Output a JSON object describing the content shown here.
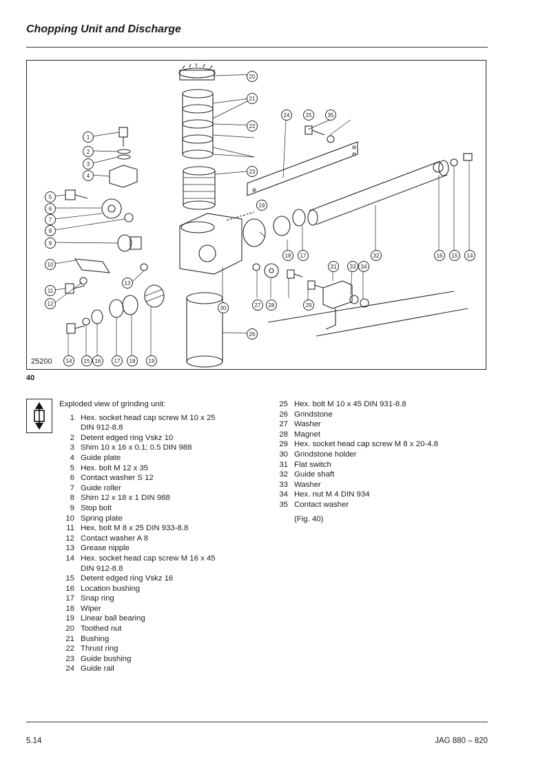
{
  "header": {
    "title": "Chopping Unit and Discharge"
  },
  "figure": {
    "drawing_code": "25200",
    "number": "40",
    "callouts": [
      "1",
      "2",
      "3",
      "4",
      "5",
      "6",
      "7",
      "8",
      "9",
      "10",
      "11",
      "12",
      "13",
      "14",
      "15",
      "16",
      "17",
      "18",
      "19",
      "20",
      "21",
      "22",
      "23",
      "24",
      "25",
      "26",
      "27",
      "28",
      "29",
      "30",
      "31",
      "32",
      "33",
      "34",
      "35"
    ]
  },
  "legend": {
    "intro": "Exploded view of grinding unit:",
    "left": [
      {
        "n": "1",
        "t": "Hex. socket head cap screw M 10 x 25"
      },
      {
        "n": "",
        "t": "DIN 912-8.8"
      },
      {
        "n": "2",
        "t": "Detent edged ring Vskz 10"
      },
      {
        "n": "3",
        "t": "Shim 10 x 16 x 0.1; 0.5 DIN 988"
      },
      {
        "n": "4",
        "t": "Guide plate"
      },
      {
        "n": "5",
        "t": "Hex. bolt M 12 x 35"
      },
      {
        "n": "6",
        "t": "Contact washer S 12"
      },
      {
        "n": "7",
        "t": "Guide roller"
      },
      {
        "n": "8",
        "t": "Shim 12 x 18 x 1 DIN 988"
      },
      {
        "n": "9",
        "t": "Stop bolt"
      },
      {
        "n": "10",
        "t": "Spring plate"
      },
      {
        "n": "11",
        "t": "Hex. bolt M 8 x 25 DIN 933-8.8"
      },
      {
        "n": "12",
        "t": "Contact washer A 8"
      },
      {
        "n": "13",
        "t": "Grease nipple"
      },
      {
        "n": "14",
        "t": "Hex. socket head cap screw M 16 x 45"
      },
      {
        "n": "",
        "t": "DIN 912-8.8"
      },
      {
        "n": "15",
        "t": "Detent edged ring Vskz 16"
      },
      {
        "n": "16",
        "t": "Location bushing"
      },
      {
        "n": "17",
        "t": "Snap ring"
      },
      {
        "n": "18",
        "t": "Wiper"
      },
      {
        "n": "19",
        "t": "Linear ball bearing"
      },
      {
        "n": "20",
        "t": "Toothed nut"
      },
      {
        "n": "21",
        "t": "Bushing"
      },
      {
        "n": "22",
        "t": "Thrust ring"
      },
      {
        "n": "23",
        "t": "Guide bushing"
      },
      {
        "n": "24",
        "t": "Guide rail"
      }
    ],
    "right": [
      {
        "n": "25",
        "t": "Hex. bolt M 10 x 45 DIN 931-8.8"
      },
      {
        "n": "26",
        "t": "Grindstone"
      },
      {
        "n": "27",
        "t": "Washer"
      },
      {
        "n": "28",
        "t": "Magnet"
      },
      {
        "n": "29",
        "t": "Hex. socket head cap screw M 8 x 20-4.8"
      },
      {
        "n": "30",
        "t": "Grindstone holder"
      },
      {
        "n": "31",
        "t": "Flat switch"
      },
      {
        "n": "32",
        "t": "Guide shaft"
      },
      {
        "n": "33",
        "t": "Washer"
      },
      {
        "n": "34",
        "t": "Hex. nut M 4 DIN 934"
      },
      {
        "n": "35",
        "t": "Contact washer"
      }
    ],
    "figure_ref": "(Fig. 40)"
  },
  "footer": {
    "page": "5.14",
    "doc_code": "JAG 880 – 820"
  }
}
